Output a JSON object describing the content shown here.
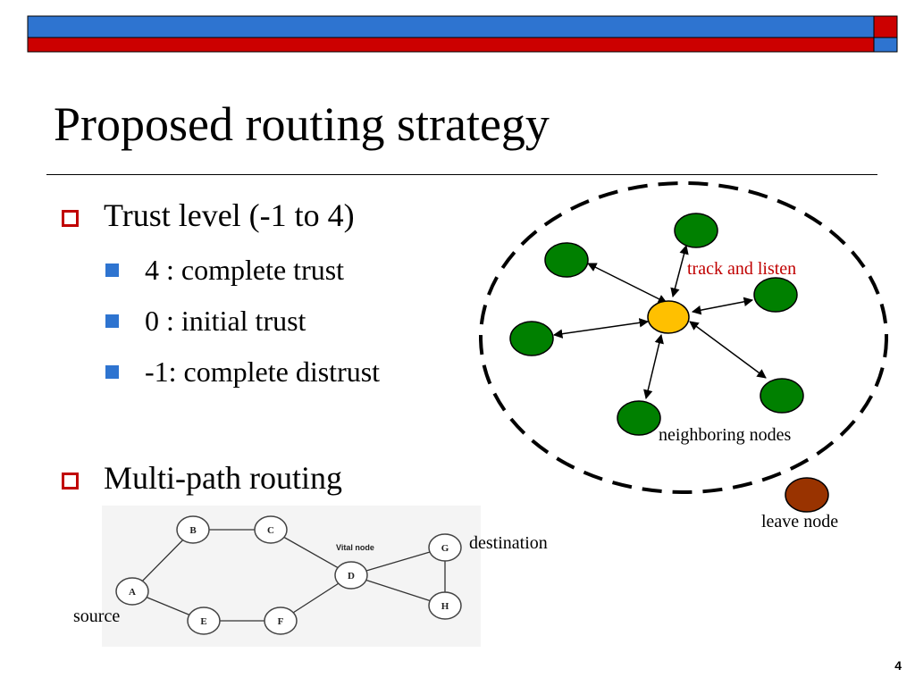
{
  "slide": {
    "title": "Proposed routing strategy",
    "page_number": "4"
  },
  "bullets": [
    {
      "text": "Trust level (-1 to 4)",
      "sub": [
        {
          "text": "4 : complete trust"
        },
        {
          "text": "0 : initial trust"
        },
        {
          "text": "-1: complete distrust"
        }
      ]
    },
    {
      "text": "Multi-path routing"
    }
  ],
  "trust_diagram": {
    "labels": {
      "track_and_listen": "track and listen",
      "neighboring_nodes": "neighboring nodes",
      "leave_node": "leave node"
    }
  },
  "graph_diagram": {
    "nodes": [
      {
        "id": "A",
        "label": "A"
      },
      {
        "id": "B",
        "label": "B"
      },
      {
        "id": "C",
        "label": "C"
      },
      {
        "id": "D",
        "label": "D"
      },
      {
        "id": "E",
        "label": "E"
      },
      {
        "id": "F",
        "label": "F"
      },
      {
        "id": "G",
        "label": "G"
      },
      {
        "id": "H",
        "label": "H"
      }
    ],
    "vital_node_label": "Vital node",
    "source_label": "source",
    "destination_label": "destination"
  },
  "colors": {
    "header_blue": "#2e74d0",
    "header_red": "#cc0000",
    "bullet_red": "#c00000",
    "sub_bullet_blue": "#2e74d0",
    "neighbor_green": "#008000",
    "center_yellow": "#ffc000",
    "leave_brown": "#993300",
    "label_red": "#c00000"
  }
}
